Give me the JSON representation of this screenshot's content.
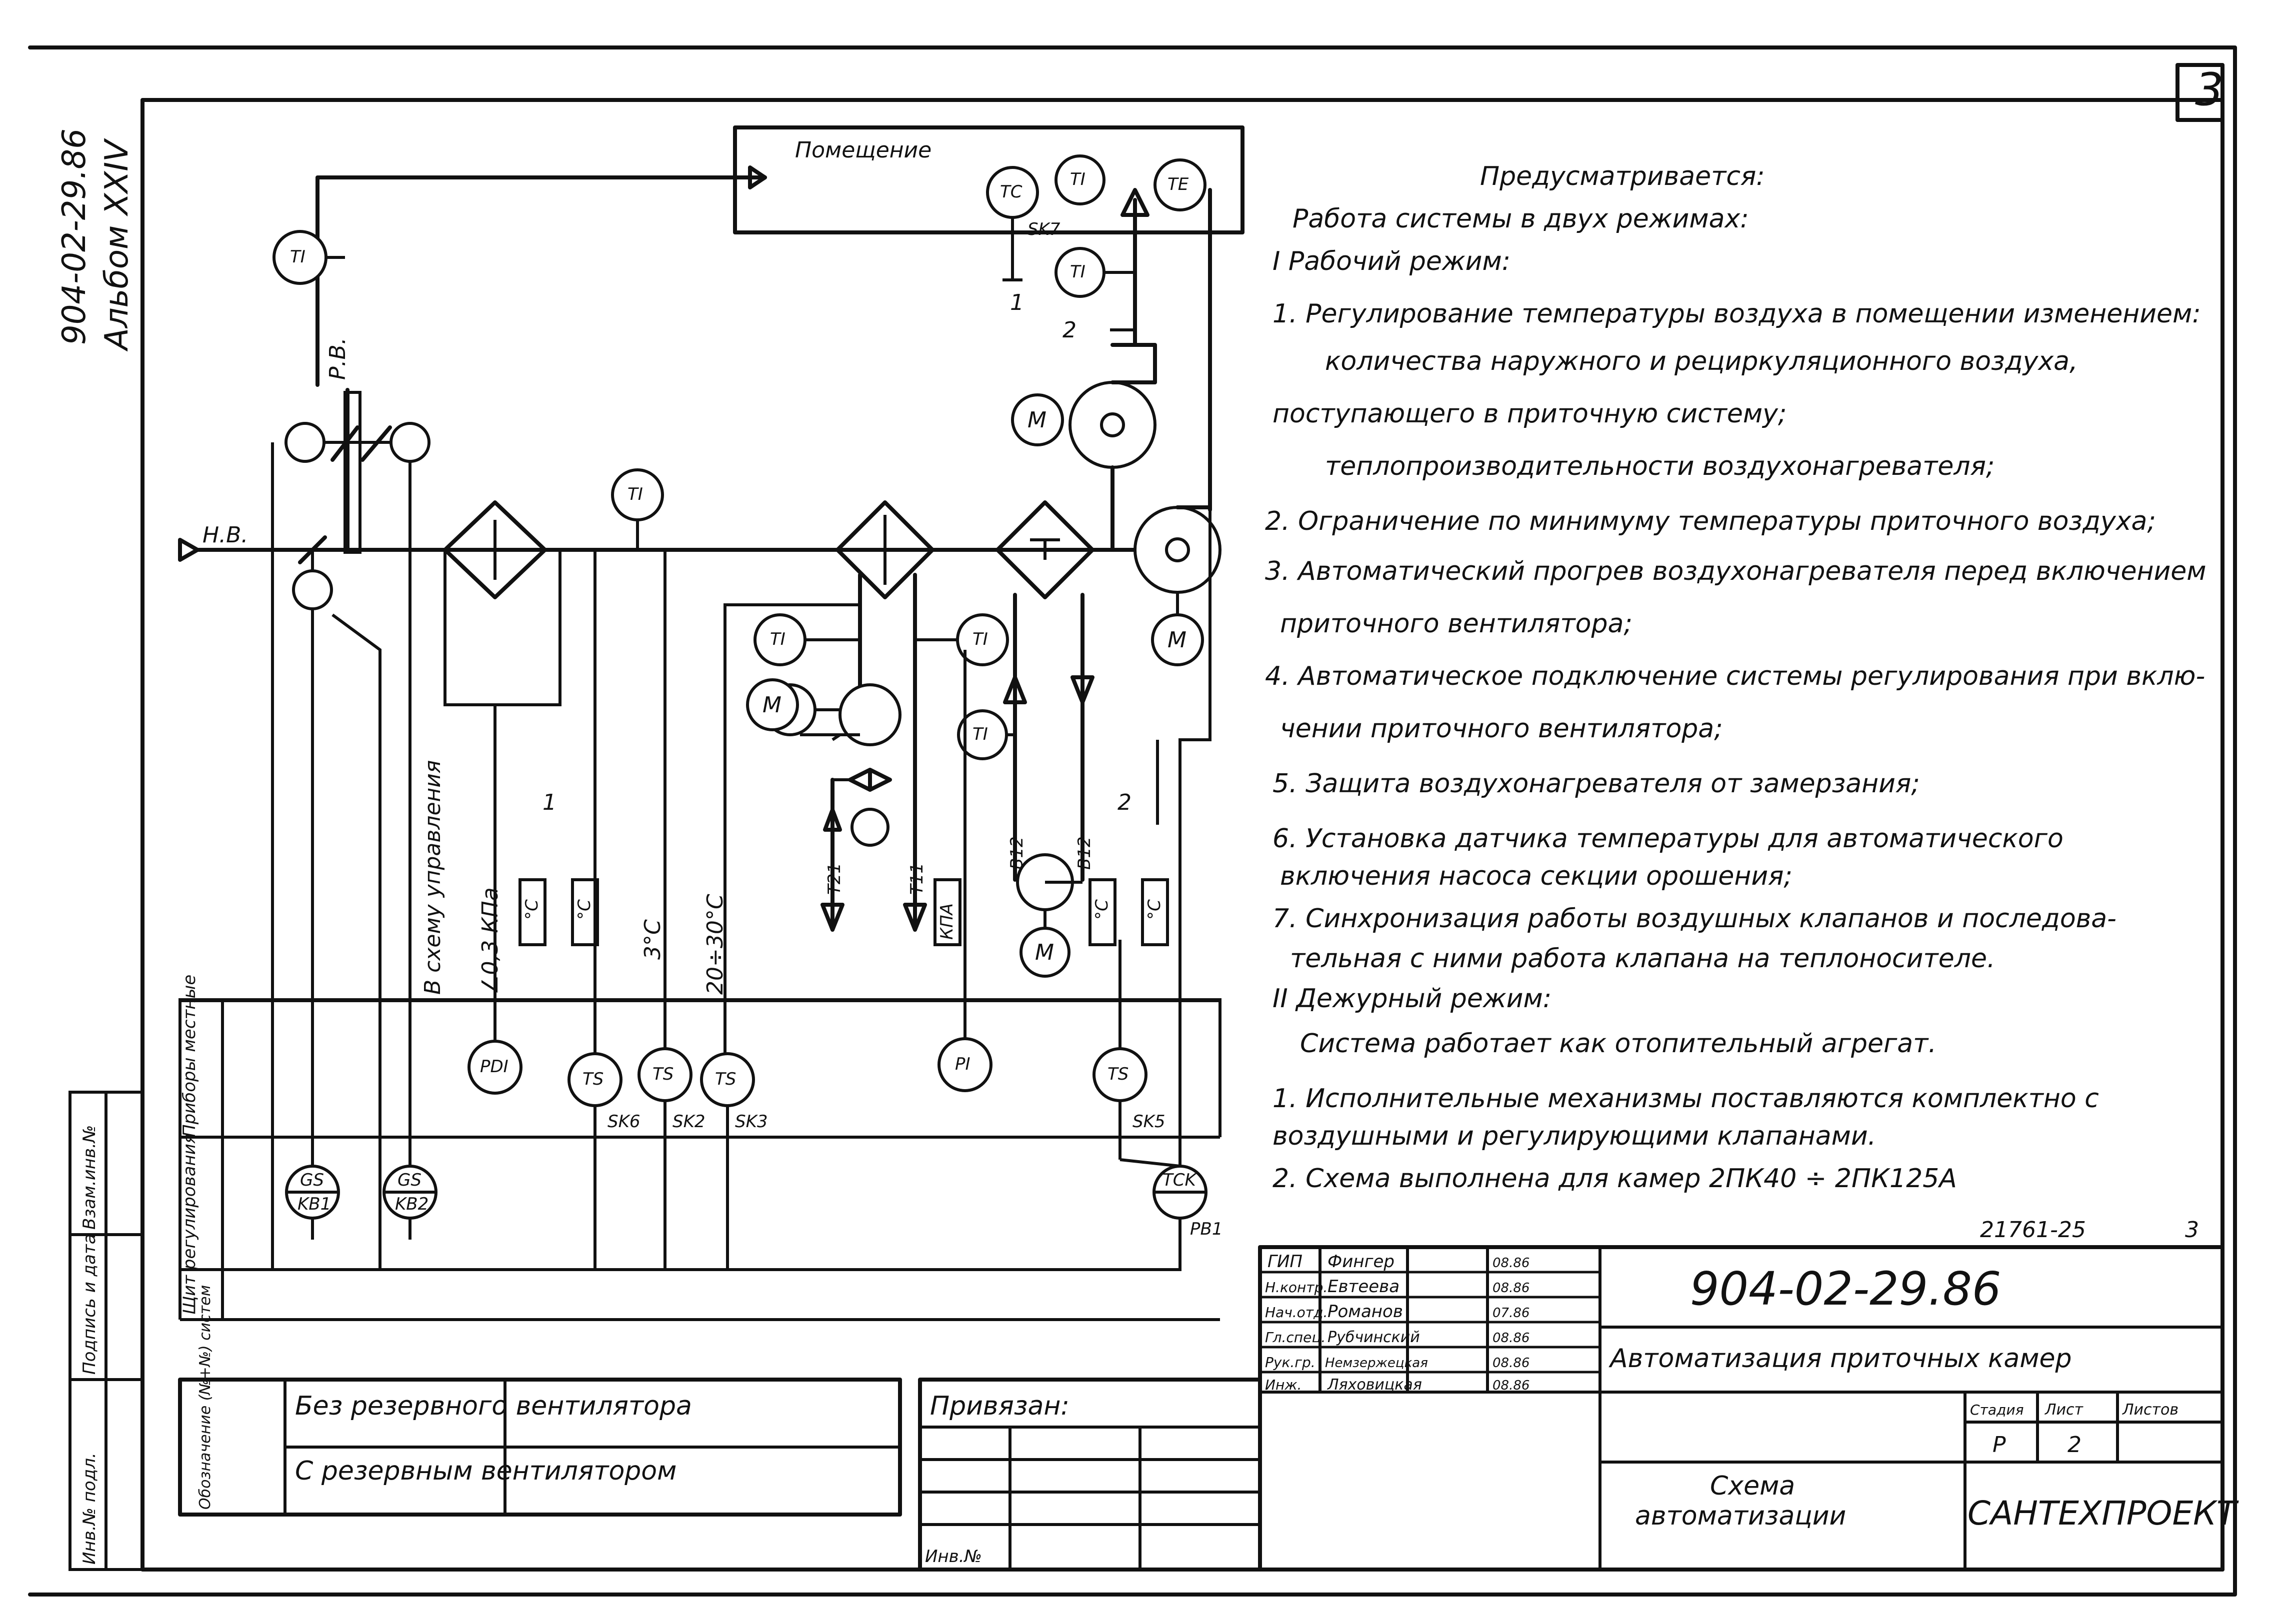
{
  "sheet": {
    "sheet_number_top": "3",
    "album_code": "904-02-29.86",
    "album_volume": "Альбом XXIV"
  },
  "diagram": {
    "room_label": "Помещение",
    "room_instruments": [
      "TC",
      "TI",
      "TE"
    ],
    "sk7": "SK7",
    "outdoor_air_label": "Н.В.",
    "recirc_air_label": "Р.В.",
    "ti_label": "TI",
    "motor_label": "M",
    "cable_1": "1",
    "cable_2": "2",
    "pipe_b12_a": "В12",
    "pipe_b12_b": "В12",
    "pipe_t21": "Т21",
    "pipe_t11": "Т11",
    "kpa": "КПА",
    "vertical_notes": [
      "В схему управления",
      "∠0,3 КПа",
      "°С",
      "°С",
      "3°С",
      "20÷30°С",
      "°С",
      "°С"
    ],
    "panel_local_label": "Приборы местные",
    "panel_shield_label": "Щит регулирования",
    "local_instruments": [
      "PDI",
      "TS",
      "TS",
      "TS",
      "PI",
      "TS"
    ],
    "local_instrument_tags": [
      "SK6",
      "SK2",
      "SK3",
      "SK5"
    ],
    "shield_instruments": [
      {
        "top": "GS",
        "bottom": "KB1"
      },
      {
        "top": "GS",
        "bottom": "KB2"
      },
      {
        "top": "TCK",
        "bottom": ""
      }
    ],
    "pb1": "РВ1"
  },
  "notes": {
    "title": "Предусматривается:",
    "lines": [
      "Работа системы в двух режимах:",
      "I Рабочий режим:",
      "1. Регулирование температуры воздуха в помещении изменением:",
      "количества наружного и рециркуляционного воздуха,",
      "поступающего в приточную систему;",
      "теплопроизводительности воздухонагревателя;",
      "2. Ограничение по минимуму температуры приточного воздуха;",
      "3. Автоматический прогрев воздухонагревателя перед включением",
      "приточного вентилятора;",
      "4. Автоматическое подключение системы регулирования при вклю-",
      "чении приточного вентилятора;",
      "5. Защита воздухонагревателя от замерзания;",
      "6. Установка датчика температуры для автоматического",
      "включения насоса секции орошения;",
      "7. Синхронизация работы воздушных клапанов и последова-",
      "тельная с ними работа клапана на теплоносителе.",
      "II Дежурный режим:",
      "Система работает как отопительный агрегат.",
      "1. Исполнительные механизмы поставляются комплектно с",
      "воздушными и регулирующими клапанами.",
      "2. Схема выполнена для камер 2ПК40 ÷ 2ПК125А"
    ]
  },
  "inventory_number": "21761-25",
  "inventory_sheet": "3",
  "title_block": {
    "people": [
      {
        "role": "ГИП",
        "name": "Фингер",
        "date": "08.86"
      },
      {
        "role": "Н.контр.",
        "name": "Евтеева",
        "date": "08.86"
      },
      {
        "role": "Нач.отд.",
        "name": "Романов",
        "date": "07.86"
      },
      {
        "role": "Гл.спец.",
        "name": "Рубчинский",
        "date": "08.86"
      },
      {
        "role": "Рук.гр.",
        "name": "Немзержецкая",
        "date": "08.86"
      },
      {
        "role": "Инж.",
        "name": "Ляховицкая",
        "date": "08.86"
      }
    ],
    "doc_code": "904-02-29.86",
    "project_title": "Автоматизация приточных камер",
    "stage_header": "Стадия",
    "sheet_header": "Лист",
    "sheets_header": "Листов",
    "stage": "Р",
    "sheet": "2",
    "sheets": "",
    "drawing_title_1": "Схема",
    "drawing_title_2": "автоматизации",
    "org": "САНТЕХПРОЕКТ"
  },
  "legend": {
    "header": "Обозначение (№+№) систем",
    "rows": [
      "Без резервного вентилятора",
      "С резервным вентилятором"
    ]
  },
  "bound": "Привязан:",
  "inv_no": "Инв.№",
  "left_stamps": [
    "Взам.инв.№",
    "Подпись и дата",
    "Инв.№ подл."
  ]
}
